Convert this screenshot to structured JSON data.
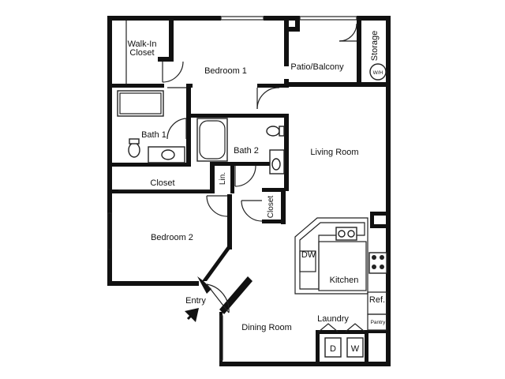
{
  "rooms": {
    "walkin_closet_line1": "Walk-In",
    "walkin_closet_line2": "Closet",
    "bedroom1": "Bedroom 1",
    "patio": "Patio/Balcony",
    "storage": "Storage",
    "water_heater": "W/H",
    "bath1": "Bath 1",
    "bath2": "Bath 2",
    "living": "Living Room",
    "closet": "Closet",
    "linen": "Lin.",
    "closet2": "Closet",
    "bedroom2": "Bedroom 2",
    "dishwasher": "DW",
    "kitchen": "Kitchen",
    "refrigerator": "Ref.",
    "entry": "Entry",
    "laundry": "Laundry",
    "pantry": "Pantry",
    "dining": "Dining Room",
    "dryer": "D",
    "washer": "W"
  }
}
